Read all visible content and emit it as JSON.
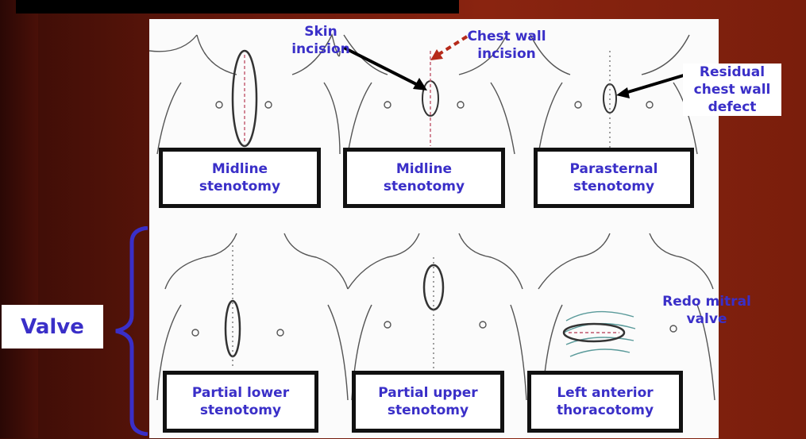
{
  "figure": {
    "top_labels": [
      {
        "line1": "Midline",
        "line2": "stenotomy"
      },
      {
        "line1": "Midline",
        "line2": "stenotomy"
      },
      {
        "line1": "Parasternal",
        "line2": "stenotomy"
      }
    ],
    "bottom_labels": [
      {
        "line1": "Partial lower",
        "line2": "stenotomy"
      },
      {
        "line1": "Partial upper",
        "line2": "stenotomy"
      },
      {
        "line1": "Left anterior",
        "line2": "thoracotomy"
      }
    ],
    "annotations": {
      "skin_incision": {
        "line1": "Skin",
        "line2": "incision"
      },
      "chest_wall_incision": {
        "line1": "Chest wall",
        "line2": "incision"
      },
      "residual_defect": {
        "line1": "Residual",
        "line2": "chest wall",
        "line3": "defect"
      },
      "redo_mitral": {
        "line1": "Redo mitral",
        "line2": "valve"
      }
    }
  },
  "valve_label": "Valve",
  "colors": {
    "label_blue": "#3a2fc8",
    "arrow_red": "#b62a1a",
    "brace_blue": "#3a2fc8"
  }
}
